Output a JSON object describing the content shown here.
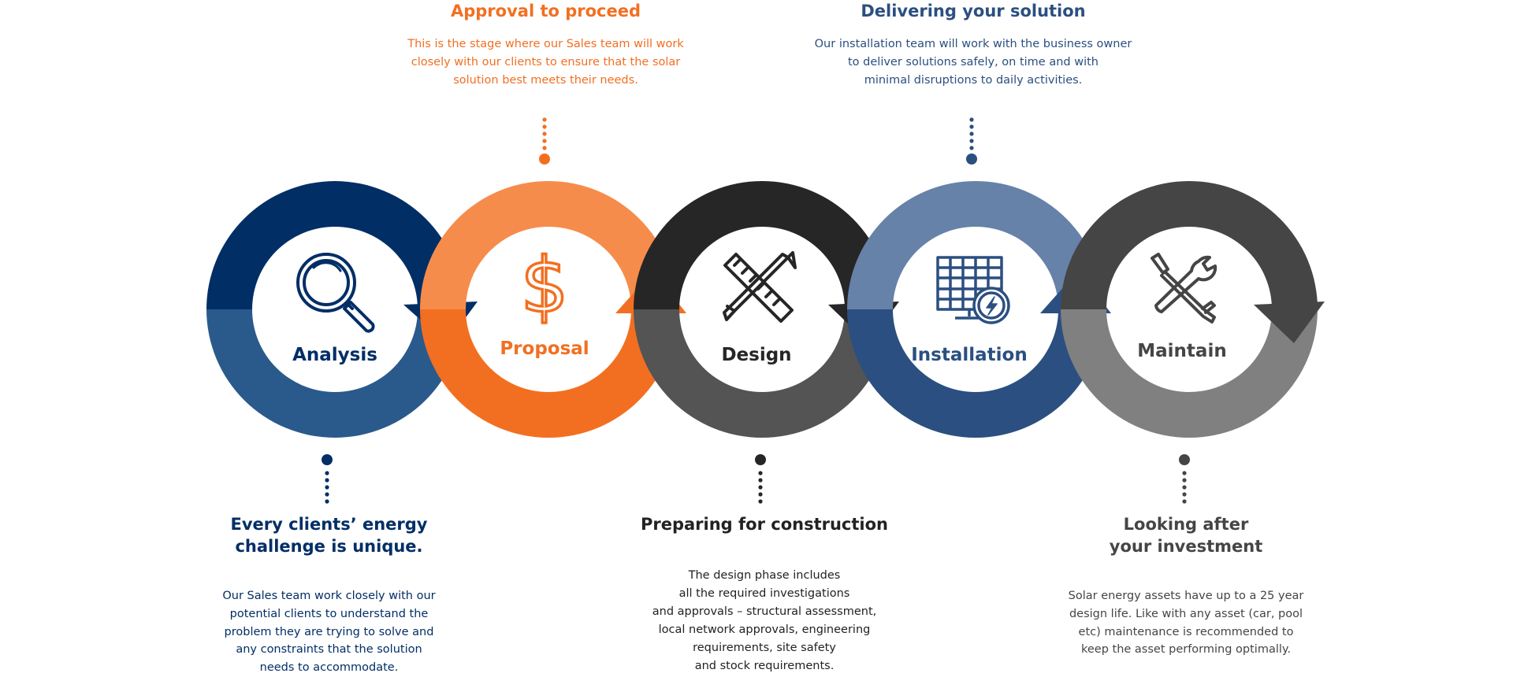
{
  "colors": {
    "navy": "#022e66",
    "navy_light": "#2a5a8c",
    "orange": "#f26f21",
    "orange_light": "#f68c4b",
    "black": "#262626",
    "dark_gray": "#545454",
    "slate": "#2b4f80",
    "slate_light": "#6682a8",
    "gray": "#454545",
    "gray_light": "#808080"
  },
  "stages": [
    {
      "label": "Analysis",
      "icon": "magnifier-icon"
    },
    {
      "label": "Proposal",
      "icon": "dollar-icon"
    },
    {
      "label": "Design",
      "icon": "ruler-pencil-icon"
    },
    {
      "label": "Installation",
      "icon": "solar-panel-icon"
    },
    {
      "label": "Maintain",
      "icon": "wrench-screwdriver-icon"
    }
  ],
  "callouts": {
    "approval": {
      "title": "Approval to proceed",
      "body": "This is the stage where our Sales team will work\nclosely with our clients to ensure that the solar\nsolution best meets their needs."
    },
    "delivering": {
      "title": "Delivering your solution",
      "body": "Our installation team will work with the business owner\nto deliver solutions safely, on time and with\nminimal disruptions to daily activities."
    },
    "every_client": {
      "title": "Every clients’ energy\nchallenge is unique.",
      "body": "Our Sales team work closely with our\npotential clients to understand the\nproblem they are trying to solve and\nany constraints that the solution\nneeds to accommodate."
    },
    "preparing": {
      "title": "Preparing for construction",
      "body": "The design phase includes\nall the required investigations\nand approvals – structural assessment,\nlocal network approvals, engineering\nrequirements, site safety\nand stock requirements."
    },
    "looking_after": {
      "title": "Looking after\nyour investment",
      "body": "Solar energy assets have up to a 25 year\ndesign life. Like with any asset (car, pool\netc) maintenance is recommended to\nkeep the asset performing optimally."
    }
  }
}
